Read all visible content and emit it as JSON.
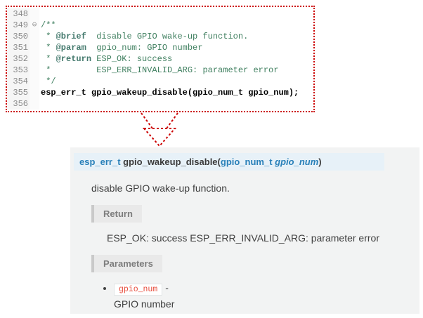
{
  "colors": {
    "accent_red": "#cc0000",
    "comment_green": "#3F7F5F",
    "doxytag_teal": "#457A6E",
    "link_blue": "#2980b9",
    "sig_bg": "#e7f1f8",
    "panel_bg": "#f2f3f3",
    "param_red": "#e74c3c"
  },
  "editor": {
    "lines": [
      {
        "num": "348",
        "fold": "",
        "segments": []
      },
      {
        "num": "349",
        "fold": "⊖",
        "segments": [
          {
            "cls": "comment",
            "text": "/**"
          }
        ]
      },
      {
        "num": "350",
        "fold": "",
        "segments": [
          {
            "cls": "comment",
            "text": " * "
          },
          {
            "cls": "tag",
            "text": "@brief"
          },
          {
            "cls": "comment",
            "text": "  disable GPIO wake-up function."
          }
        ]
      },
      {
        "num": "351",
        "fold": "",
        "segments": [
          {
            "cls": "comment",
            "text": " * "
          },
          {
            "cls": "tag",
            "text": "@param"
          },
          {
            "cls": "comment",
            "text": "  gpio_num: GPIO number"
          }
        ]
      },
      {
        "num": "352",
        "fold": "",
        "segments": [
          {
            "cls": "comment",
            "text": " * "
          },
          {
            "cls": "tag",
            "text": "@return"
          },
          {
            "cls": "comment",
            "text": " ESP_OK: success"
          }
        ]
      },
      {
        "num": "353",
        "fold": "",
        "segments": [
          {
            "cls": "comment",
            "text": " *         ESP_ERR_INVALID_ARG: parameter error"
          }
        ]
      },
      {
        "num": "354",
        "fold": "",
        "segments": [
          {
            "cls": "comment",
            "text": " */"
          }
        ]
      },
      {
        "num": "355",
        "fold": "",
        "segments": [
          {
            "cls": "decl",
            "text": "esp_err_t gpio_wakeup_disable(gpio_num_t gpio_num);"
          }
        ]
      },
      {
        "num": "356",
        "fold": "",
        "segments": []
      }
    ]
  },
  "doc": {
    "signature": {
      "return_type": "esp_err_t ",
      "name": "gpio_wakeup_disable",
      "paren_open": "(",
      "param_type": "gpio_num_t ",
      "param_name": "gpio_num",
      "paren_close": ")"
    },
    "brief": "disable GPIO wake-up function.",
    "return_label": "Return",
    "return_text": "ESP_OK: success ESP_ERR_INVALID_ARG: parameter error",
    "params_label": "Parameters",
    "param": {
      "name": "gpio_num",
      "dash": "-",
      "desc": "GPIO number"
    }
  }
}
